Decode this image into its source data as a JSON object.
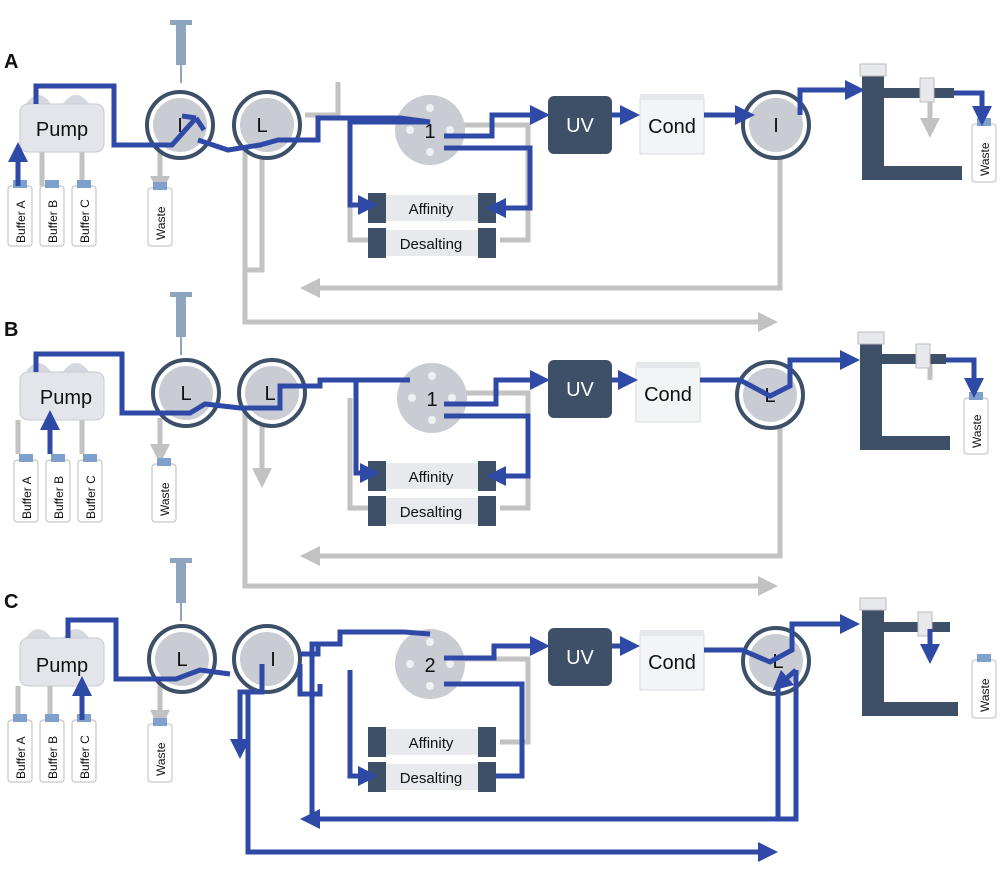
{
  "colors": {
    "active_flow": "#2f4aa6",
    "inactive_flow": "#c2c2c2",
    "device_dark": "#3d5068",
    "valve_face": "#c9ccd3",
    "bottle_cap": "#7f9fcc"
  },
  "icons": [
    "syringe-icon",
    "pump-icon",
    "bottle-icon",
    "valve-icon",
    "column-icon",
    "fraction-collector-icon"
  ],
  "panels": [
    {
      "letter": "A",
      "pump": "Pump",
      "buffers": [
        "Buffer A",
        "Buffer B",
        "Buffer C"
      ],
      "active_buffer": 0,
      "waste_left": "Waste",
      "valve1": "I",
      "valve2": "L",
      "column_valve": "1",
      "columns": [
        "Affinity",
        "Desalting"
      ],
      "uv": "UV",
      "cond": "Cond",
      "outlet_valve": "I",
      "waste_right": "Waste"
    },
    {
      "letter": "B",
      "pump": "Pump",
      "buffers": [
        "Buffer A",
        "Buffer B",
        "Buffer C"
      ],
      "active_buffer": 1,
      "waste_left": "Waste",
      "valve1": "L",
      "valve2": "L",
      "column_valve": "1",
      "columns": [
        "Affinity",
        "Desalting"
      ],
      "uv": "UV",
      "cond": "Cond",
      "outlet_valve": "L",
      "waste_right": "Waste"
    },
    {
      "letter": "C",
      "pump": "Pump",
      "buffers": [
        "Buffer A",
        "Buffer B",
        "Buffer C"
      ],
      "active_buffer": 2,
      "waste_left": "Waste",
      "valve1": "L",
      "valve2": "I",
      "column_valve": "2",
      "columns": [
        "Affinity",
        "Desalting"
      ],
      "uv": "UV",
      "cond": "Cond",
      "outlet_valve": "L",
      "waste_right": "Waste"
    }
  ]
}
